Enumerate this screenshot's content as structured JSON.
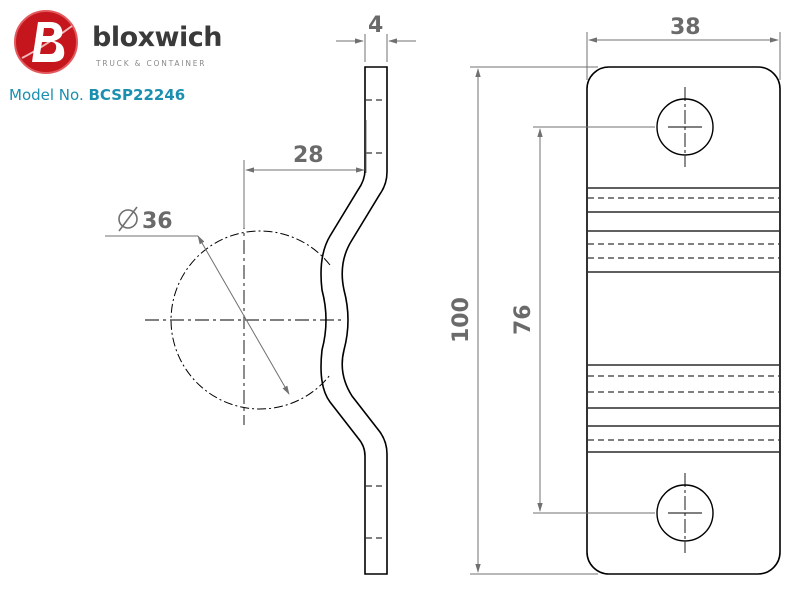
{
  "logo": {
    "brand": "bloxwich",
    "tagline": "TRUCK & CONTAINER",
    "mark_color": "#c4161c",
    "brand_color": "#3a3a3a"
  },
  "model": {
    "label": "Model No.",
    "number": "BCSP22246",
    "color": "#1a8fb0"
  },
  "dimensions": {
    "thickness": "4",
    "width": "38",
    "offset": "28",
    "diameter": "36",
    "height": "100",
    "hole_spacing": "76"
  },
  "colors": {
    "line": "#000000",
    "dimension": "#707070"
  }
}
